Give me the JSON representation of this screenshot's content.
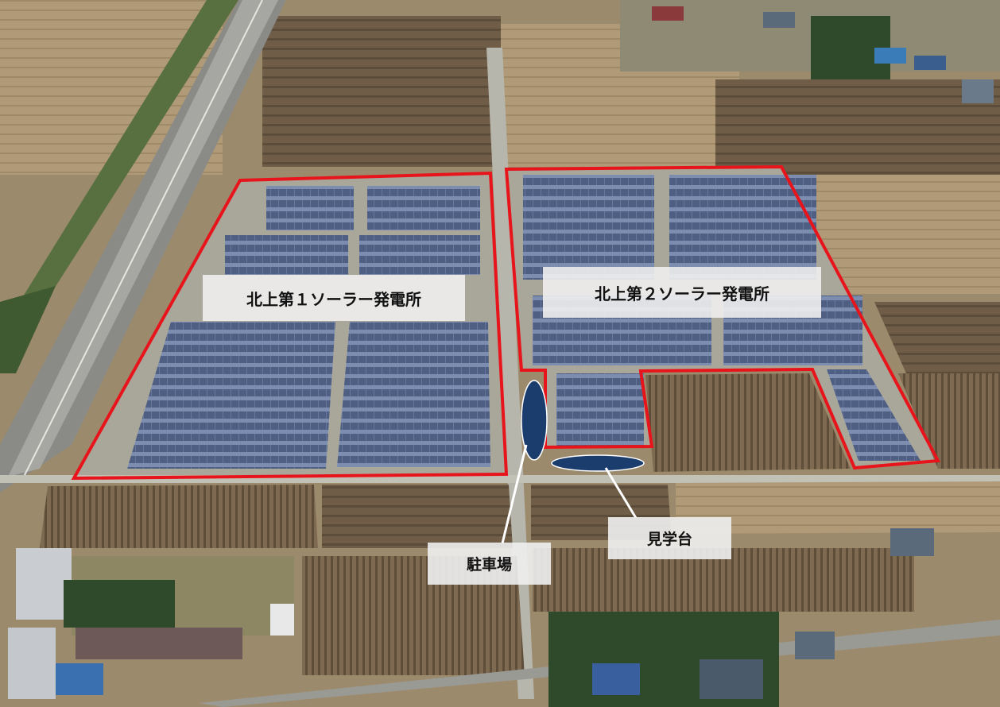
{
  "labels": {
    "plant_1": "北上第１ソーラー発電所",
    "plant_2": "北上第２ソーラー発電所",
    "parking": "駐車場",
    "observation_deck": "見学台"
  },
  "colors": {
    "boundary": "#e8141b",
    "marker": "#1b3d6e",
    "panel": "#5f6e8f",
    "field": "#8a7a62"
  }
}
